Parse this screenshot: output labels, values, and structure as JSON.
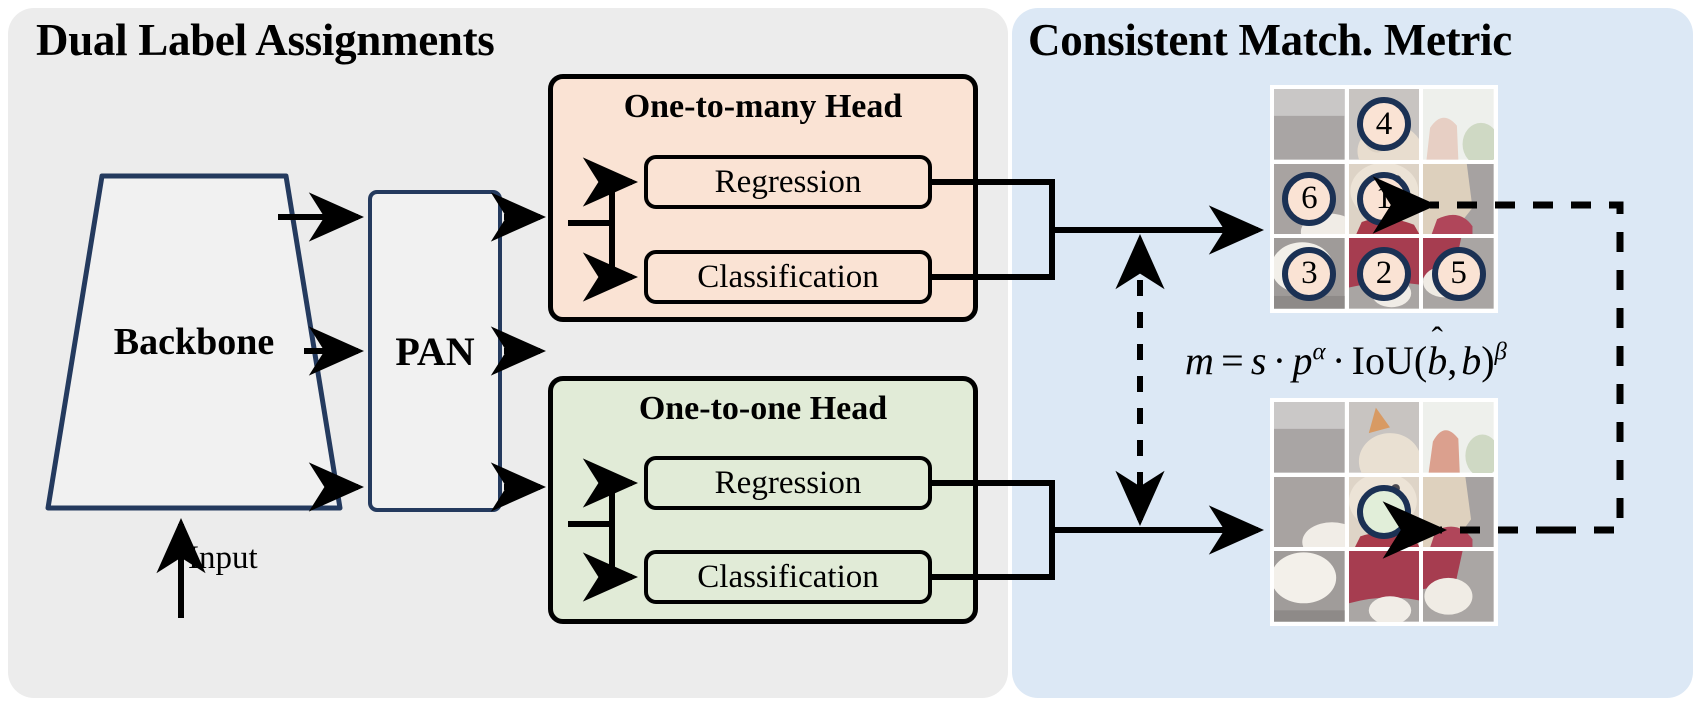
{
  "panels": {
    "left": {
      "title": "Dual Label Assignments",
      "bg": "#ececec"
    },
    "right": {
      "title": "Consistent Match. Metric",
      "bg": "#dce8f5"
    }
  },
  "left_panel": {
    "backbone_label": "Backbone",
    "pan_label": "PAN",
    "input_label": "Input",
    "heads": [
      {
        "id": "one-to-many",
        "title": "One-to-many Head",
        "color": "#fae3d4",
        "branches": [
          "Regression",
          "Classification"
        ]
      },
      {
        "id": "one-to-one",
        "title": "One-to-one Head",
        "color": "#e1ebd7",
        "branches": [
          "Regression",
          "Classification"
        ]
      }
    ]
  },
  "right_panel": {
    "formula": {
      "lhs": "m",
      "eq": "=",
      "s": "s",
      "dot1": "·",
      "p": "p",
      "alpha": "α",
      "dot2": "·",
      "iou": "IoU",
      "open": "(",
      "bhat": "b",
      "hat": "̂",
      "comma": ",",
      "b": "b",
      "close": ")",
      "beta": "β",
      "plain": "m = s · p^α · IoU(b̂, b)^β"
    },
    "grids": [
      {
        "id": "one-to-many-grid",
        "markers": [
          {
            "row": 0,
            "col": 1,
            "label": "4"
          },
          {
            "row": 1,
            "col": 0,
            "label": "6"
          },
          {
            "row": 1,
            "col": 1,
            "label": "1"
          },
          {
            "row": 2,
            "col": 0,
            "label": "3"
          },
          {
            "row": 2,
            "col": 1,
            "label": "2"
          },
          {
            "row": 2,
            "col": 2,
            "label": "5"
          }
        ]
      },
      {
        "id": "one-to-one-grid",
        "markers": [
          {
            "row": 1,
            "col": 1,
            "label": ""
          }
        ]
      }
    ]
  },
  "colors": {
    "navy": "#1b3154",
    "peach": "#fae3d4",
    "green": "#e1ebd7",
    "marker_fill_numbered": "#fae3d4",
    "marker_fill_empty": "#e1eed9",
    "panel_gray": "#ececec",
    "panel_blue": "#dce8f5",
    "stroke_black": "#000000"
  }
}
